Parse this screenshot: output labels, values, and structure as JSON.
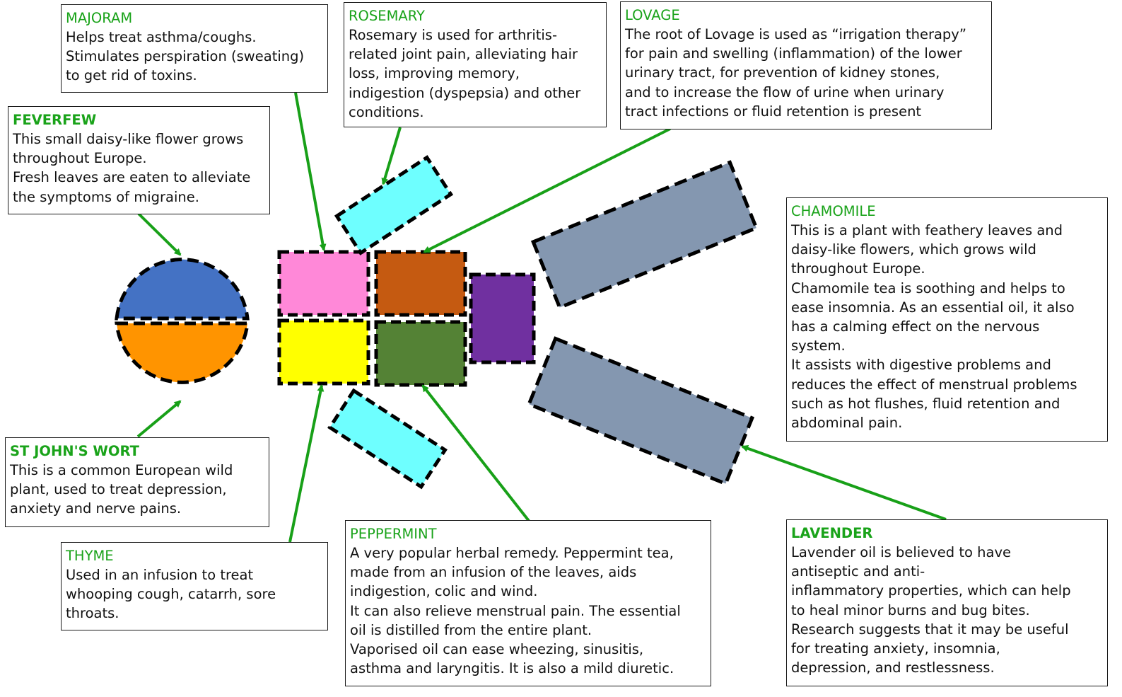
{
  "colors": {
    "arrow": "#18a018",
    "label": "#1aa31a",
    "outline": "#000000"
  },
  "beds": {
    "st_johns_wort": "#ff9400",
    "feverfew": "#4472c4",
    "majoram": "#ff88d8",
    "thyme": "#ffff00",
    "lovage": "#c55a11",
    "peppermint": "#548235",
    "center": "#7030a0",
    "rosemary": "#6effff",
    "chamomile": "#8497b0",
    "lavender": "#8497b0"
  },
  "labels": {
    "majoram": {
      "title": "MAJORAM",
      "lines": [
        "Helps treat asthma/coughs.",
        "Stimulates perspiration (sweating)",
        "to get rid of toxins."
      ]
    },
    "rosemary": {
      "title": "ROSEMARY",
      "lines": [
        "Rosemary is used for arthritis-",
        "related joint pain, alleviating hair",
        "loss, improving memory,",
        "indigestion (dyspepsia) and other",
        "conditions."
      ]
    },
    "lovage": {
      "title": "LOVAGE",
      "lines": [
        "The root  of Lovage is used as “irrigation therapy”",
        "for pain and swelling (inflammation) of the lower",
        "urinary tract, for prevention of kidney stones,",
        "and to increase the flow of urine when urinary",
        "tract infections or fluid retention is present"
      ]
    },
    "feverfew": {
      "title": "FEVERFEW",
      "lines": [
        "This small daisy-like flower grows",
        "throughout Europe.",
        "Fresh leaves are eaten to alleviate",
        "the symptoms of migraine."
      ]
    },
    "chamomile": {
      "title": "CHAMOMILE",
      "lines": [
        "This is a plant with feathery leaves and",
        "daisy-like flowers, which grows wild",
        "throughout Europe.",
        "Chamomile tea is soothing and helps to",
        "ease insomnia. As an essential oil, it also",
        "has a calming effect on the nervous",
        "system.",
        "It assists with digestive problems and",
        "reduces the effect of menstrual problems",
        "such as hot flushes, fluid retention and",
        "abdominal pain."
      ]
    },
    "st_johns_wort": {
      "title": "ST JOHN'S WORT",
      "lines": [
        "This is a common European wild",
        "plant, used to treat depression,",
        "anxiety and nerve pains."
      ]
    },
    "thyme": {
      "title": "THYME",
      "lines": [
        "Used in an infusion to treat",
        "whooping cough, catarrh, sore",
        "throats."
      ]
    },
    "peppermint": {
      "title": "PEPPERMINT",
      "lines": [
        "A very popular herbal remedy. Peppermint tea,",
        "made from an infusion of the leaves, aids",
        "indigestion, colic and wind.",
        "It can also relieve menstrual pain. The essential",
        "oil is distilled from the entire plant.",
        "Vaporised oil can ease wheezing, sinusitis,",
        "asthma and laryngitis. It is also a mild diuretic."
      ]
    },
    "lavender": {
      "title": "LAVENDER",
      "lines": [
        "Lavender oil is believed to have",
        "antiseptic and anti-",
        "inflammatory properties, which can help",
        "to heal minor burns and bug bites.",
        "Research suggests that it may be useful",
        "for treating anxiety, insomnia,",
        "depression, and restlessness."
      ]
    }
  }
}
